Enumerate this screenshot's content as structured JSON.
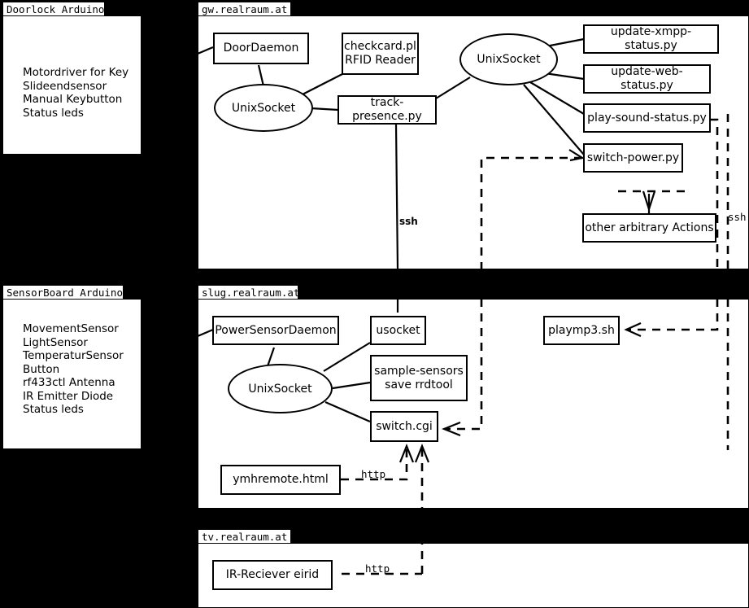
{
  "diagram": {
    "title": "realraum infrastructure diagram",
    "background": "#000000",
    "surface": "#ffffff"
  },
  "cards": [
    {
      "id": "doorlock-arduino",
      "label": "Doorlock Arduino",
      "items": "Motordriver for Key\nSlideendsensor\nManual Keybutton\nStatus leds"
    },
    {
      "id": "sensorboard-arduino",
      "label": "SensorBoard Arduino",
      "items": "MovementSensor\nLightSensor\nTemperaturSensor\nButton\nrf433ctl Antenna\nIR Emitter Diode\nStatus leds"
    }
  ],
  "panels": [
    {
      "id": "gw",
      "label": "gw.realraum.at",
      "nodes": [
        {
          "id": "doordaemon",
          "label": "DoorDaemon"
        },
        {
          "id": "checkcard",
          "label": "checkcard.pl",
          "label2": "RFID Reader"
        },
        {
          "id": "unixsocket-gw-left",
          "label": "UnixSocket",
          "shape": "ellipse"
        },
        {
          "id": "track-presence",
          "label": "track-presence.py"
        },
        {
          "id": "unixsocket-gw-right",
          "label": "UnixSocket",
          "shape": "ellipse"
        },
        {
          "id": "update-xmpp-status",
          "label": "update-xmpp-status.py"
        },
        {
          "id": "update-web-status",
          "label": "update-web-status.py"
        },
        {
          "id": "play-sound-status",
          "label": "play-sound-status.py"
        },
        {
          "id": "switch-power",
          "label": "switch-power.py"
        },
        {
          "id": "other-actions",
          "label": "other arbitrary Actions"
        }
      ]
    },
    {
      "id": "slug",
      "label": "slug.realraum.at",
      "nodes": [
        {
          "id": "powersensordaemon",
          "label": "PowerSensorDaemon"
        },
        {
          "id": "usocket",
          "label": "usocket"
        },
        {
          "id": "unixsocket-slug",
          "label": "UnixSocket",
          "shape": "ellipse"
        },
        {
          "id": "sample-sensors",
          "label": "sample-sensors",
          "label2": "save rrdtool"
        },
        {
          "id": "switch-cgi",
          "label": "switch.cgi"
        },
        {
          "id": "ymhremote",
          "label": "ymhremote.html"
        },
        {
          "id": "playmp3",
          "label": "playmp3.sh"
        }
      ]
    },
    {
      "id": "tv",
      "label": "tv.realraum.at",
      "nodes": [
        {
          "id": "ir-reciever",
          "label": "IR-Reciever eirid"
        }
      ]
    }
  ],
  "edge_labels": {
    "ssh_track_presence": "ssh",
    "ssh_right": "ssh",
    "http_ymhremote": "http",
    "http_ir": "http"
  }
}
